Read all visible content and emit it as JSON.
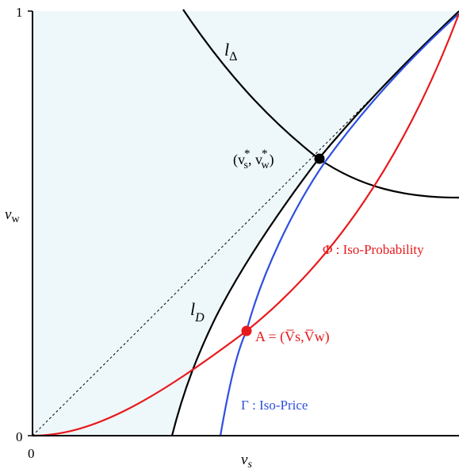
{
  "axes": {
    "x_tick_0": "0",
    "y_tick_0": "0",
    "y_tick_1": "1",
    "x_label": "v",
    "x_label_sub": "s",
    "y_label": "v",
    "y_label_sub": "w"
  },
  "curves": {
    "l_delta": {
      "letter": "l",
      "sub": "Δ",
      "color": "#000000"
    },
    "l_d": {
      "letter": "l",
      "sub": "D",
      "color": "#000000"
    },
    "phi": {
      "label": "Φ : Iso-Probability",
      "color": "#e8191c"
    },
    "gamma": {
      "label": "Γ : Iso-Price",
      "color": "#2e4fe0"
    }
  },
  "points": {
    "star": {
      "open": "(v",
      "s_sub": "s",
      "comma": ", v",
      "w_sub": "w",
      "close": ")",
      "sup": "*"
    },
    "a": {
      "label": "A = (V̅s,V̅w)"
    }
  },
  "colors": {
    "region_fill": "#eef7fa",
    "axis": "#000000"
  }
}
